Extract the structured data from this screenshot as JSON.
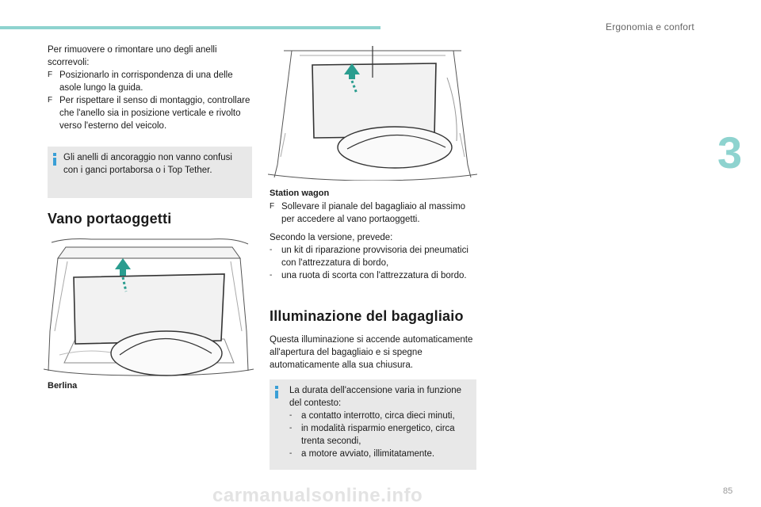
{
  "header": {
    "section": "Ergonomia e confort",
    "accent_color": "#8ed3cf"
  },
  "chapter_number": "3",
  "left_column": {
    "intro": "Per rimuovere o rimontare uno degli anelli scorrevoli:",
    "steps": [
      "Posizionarlo in corrispondenza di una delle asole lungo la guida.",
      "Per rispettare il senso di montaggio, controllare che l'anello sia in posizione verticale e rivolto verso l'esterno del veicolo."
    ],
    "step_marker": "F",
    "info_note": "Gli anelli di ancoraggio non vanno confusi con i ganci portaborsa o i Top Tether.",
    "heading": "Vano portaoggetti",
    "image_caption": "Berlina"
  },
  "right_column": {
    "caption": "Station wagon",
    "step": "Sollevare il pianale del bagagliaio al massimo per accedere al vano portaoggetti.",
    "step_marker": "F",
    "versions_intro": "Secondo la versione, prevede:",
    "versions": [
      "un kit di riparazione provvisoria dei pneumatici con l'attrezzatura di bordo,",
      "una ruota di scorta con l'attrezzatura di bordo."
    ],
    "dash_marker": "-",
    "heading": "Illuminazione del bagagliaio",
    "body": "Questa illuminazione si accende automaticamente all'apertura del bagagliaio e si spegne automaticamente alla sua chiusura.",
    "info_intro": "La durata dell'accensione varia in funzione del contesto:",
    "info_items": [
      "a contatto interrotto, circa dieci minuti,",
      "in modalità risparmio energetico, circa trenta secondi,",
      "a motore avviato, illimitatamente."
    ]
  },
  "page_number": "85",
  "watermark": "carmanualsonline.info",
  "colors": {
    "info_icon": "#3a9fd6",
    "arrow": "#2a9d8f",
    "box_bg": "#e8e8e8"
  }
}
